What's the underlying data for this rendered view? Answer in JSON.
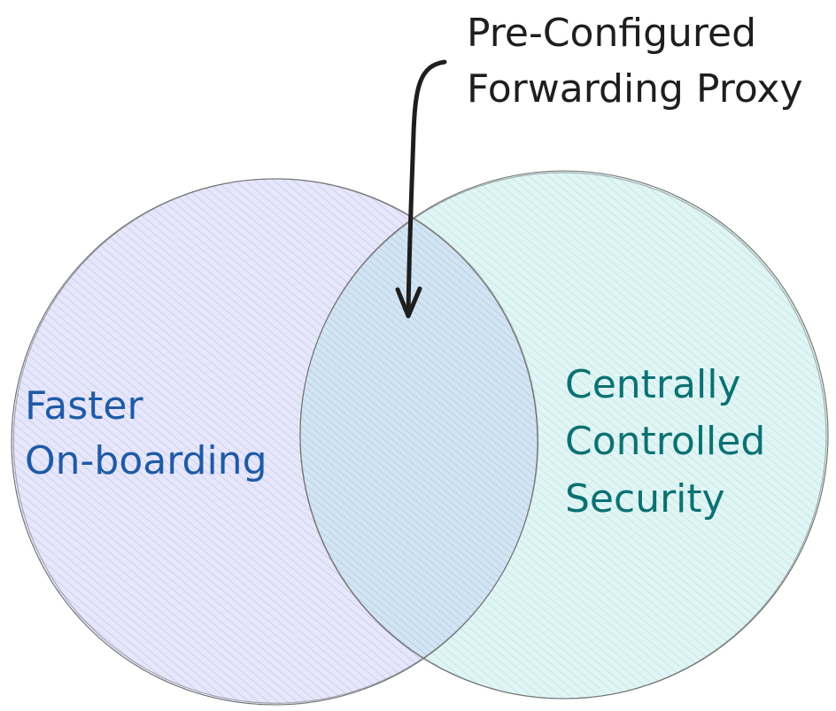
{
  "annotation": {
    "lines": [
      "Pre-Configured",
      "Forwarding Proxy"
    ],
    "color": "#1e1e1e"
  },
  "left_set": {
    "lines": [
      "Faster",
      "On-boarding"
    ],
    "text_color": "#1f5aa6",
    "fill_color": "#dcdcf7",
    "hatch_color": "#c9c9f0"
  },
  "right_set": {
    "lines": [
      "Centrally",
      "Controlled",
      "Security"
    ],
    "text_color": "#0c7173",
    "fill_color": "#d6f1f1",
    "hatch_color": "#bfe6e6"
  },
  "outline_color": "#6e6e6e"
}
